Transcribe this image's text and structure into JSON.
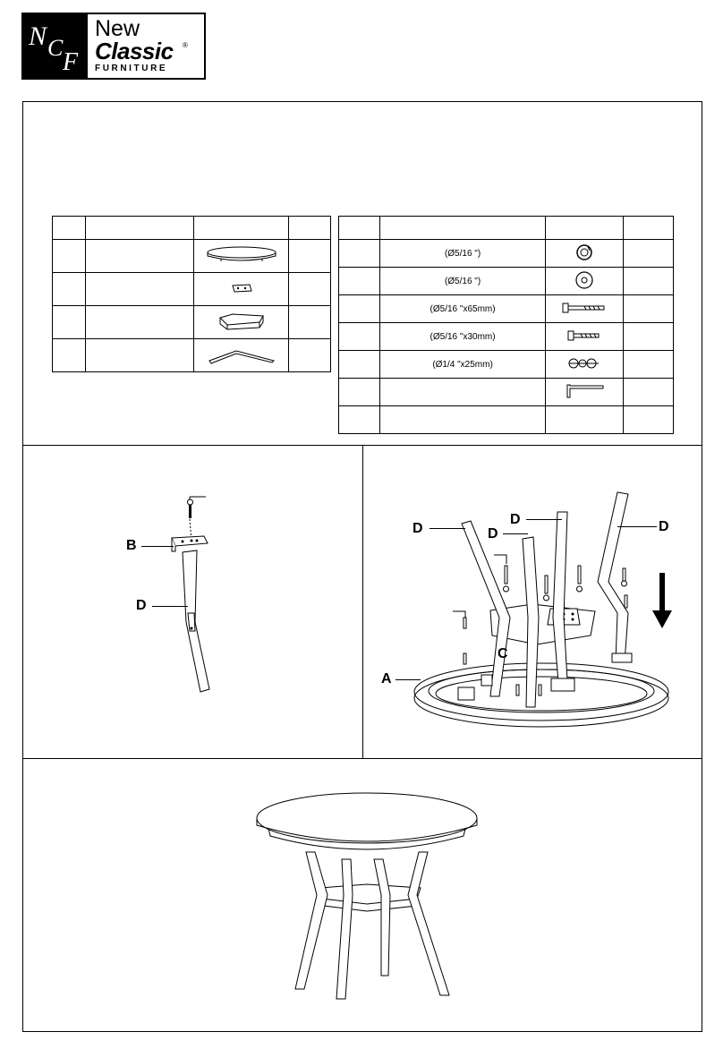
{
  "brand": {
    "line1": "New",
    "line2": "Classic",
    "registered": "®",
    "line3": "FURNITURE",
    "monogram": "NCF"
  },
  "parts_table": {
    "rows": [
      {
        "icon": "round-table-top"
      },
      {
        "icon": "metal-bracket"
      },
      {
        "icon": "square-shelf"
      },
      {
        "icon": "angled-leg"
      }
    ]
  },
  "hardware_table": {
    "rows": [
      {
        "spec": "(Ø5/16 \")",
        "icon": "lock-washer-icon"
      },
      {
        "spec": "(Ø5/16 \")",
        "icon": "flat-washer-icon"
      },
      {
        "spec": "(Ø5/16 \"x65mm)",
        "icon": "long-bolt-icon"
      },
      {
        "spec": "(Ø5/16 \"x30mm)",
        "icon": "short-bolt-icon"
      },
      {
        "spec": "(Ø1/4 \"x25mm)",
        "icon": "screw-set-icon"
      },
      {
        "spec": "",
        "icon": "allen-key-icon"
      },
      {
        "spec": ""
      }
    ]
  },
  "step1": {
    "label_b": "B",
    "label_d": "D"
  },
  "step2": {
    "label_d1": "D",
    "label_d2": "D",
    "label_d3": "D",
    "label_d4": "D",
    "label_c": "C",
    "label_a": "A"
  }
}
